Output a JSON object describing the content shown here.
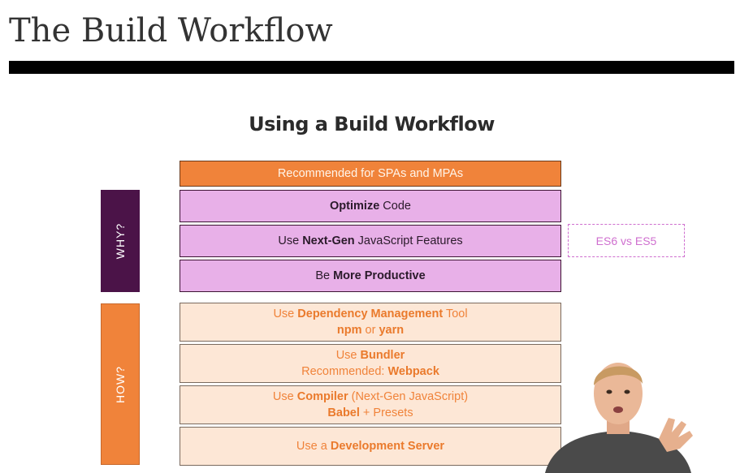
{
  "page": {
    "title": "The Build Workflow"
  },
  "slide": {
    "title": "Using a Build Workflow",
    "header_box": "Recommended for SPAs and MPAs",
    "why": {
      "label": "WHY?",
      "items": [
        {
          "bold": "Optimize",
          "after": " Code"
        },
        {
          "before": "Use ",
          "bold": "Next-Gen",
          "after": " JavaScript Features"
        },
        {
          "before": "Be ",
          "bold": "More Productive"
        }
      ],
      "note": "ES6 vs ES5"
    },
    "how": {
      "label": "HOW?",
      "items": [
        {
          "l1_before": "Use ",
          "l1_bold": "Dependency Management",
          "l1_after": " Tool",
          "l2_bold1": "npm",
          "l2_mid": " or ",
          "l2_bold2": "yarn"
        },
        {
          "l1_before": "Use ",
          "l1_bold": "Bundler",
          "l2_before": "Recommended: ",
          "l2_bold": "Webpack"
        },
        {
          "l1_before": "Use ",
          "l1_bold": "Compiler",
          "l1_after": " (Next-Gen JavaScript)",
          "l2_bold": "Babel",
          "l2_after": " + Presets"
        },
        {
          "l1_before": "Use a ",
          "l1_bold": "Development Server"
        }
      ]
    }
  },
  "colors": {
    "orange": "#f0833a",
    "purple_light": "#e8b0e8",
    "purple_dark": "#4b1348",
    "peach": "#fde7d6"
  },
  "icons": {
    "presenter": "presenter-video-overlay"
  }
}
